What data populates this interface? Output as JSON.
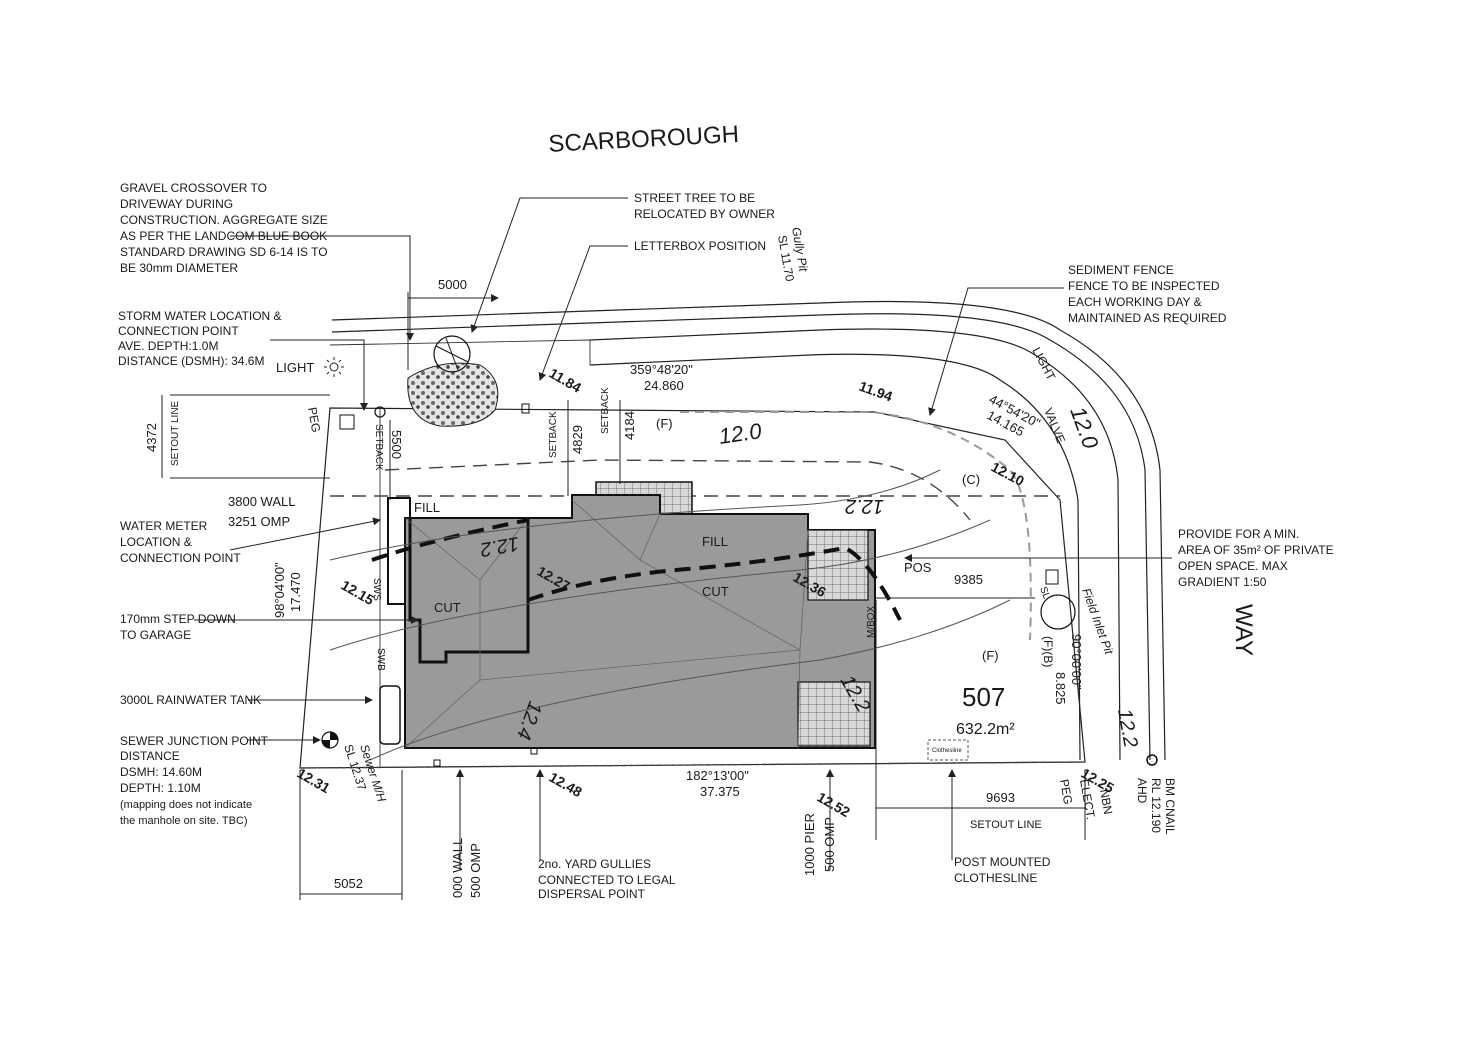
{
  "street_north": "SCARBOROUGH",
  "street_east": "WAY",
  "lot": {
    "number": "507",
    "area": "632.2m²"
  },
  "notes": {
    "gravel_crossover": [
      "GRAVEL CROSSOVER TO",
      "DRIVEWAY DURING",
      "CONSTRUCTION. AGGREGATE SIZE",
      "AS PER THE LANDCOM BLUE BOOK",
      "STANDARD DRAWING SD 6-14 IS TO",
      "BE 30mm DIAMETER"
    ],
    "street_tree": [
      "STREET TREE TO BE",
      "RELOCATED BY OWNER"
    ],
    "letterbox": "LETTERBOX POSITION",
    "sediment_fence": [
      "SEDIMENT FENCE",
      "FENCE TO BE INSPECTED",
      "EACH WORKING DAY &",
      "MAINTAINED AS REQUIRED"
    ],
    "storm_water": [
      "STORM WATER LOCATION &",
      "CONNECTION POINT",
      "AVE. DEPTH:1.0M",
      "DISTANCE (DSMH): 34.6M"
    ],
    "water_meter": [
      "WATER METER",
      "LOCATION &",
      "CONNECTION POINT"
    ],
    "step_down": [
      "170mm STEP DOWN",
      "TO GARAGE"
    ],
    "rainwater_tank": "3000L RAINWATER TANK",
    "sewer_junction": [
      "SEWER JUNCTION POINT",
      "DISTANCE",
      "DSMH: 14.60M",
      "DEPTH: 1.10M",
      "(mapping does not indicate",
      "the manhole on site. TBC)"
    ],
    "pos": [
      "PROVIDE FOR A MIN.",
      "AREA OF 35m² OF PRIVATE",
      "OPEN SPACE. MAX",
      "GRADIENT 1:50"
    ],
    "yard_gullies": [
      "2no. YARD GULLIES",
      "CONNECTED TO LEGAL",
      "DISPERSAL POINT"
    ],
    "clothesline": [
      "POST MOUNTED",
      "CLOTHESLINE"
    ]
  },
  "labels": {
    "light": "LIGHT",
    "light_2": "LIGHT",
    "gully_pit": "Gully Pit",
    "gully_pit_sl": "SL 11.70",
    "field_inlet_pit": "Field Inlet Pit",
    "fill": "FILL",
    "cut": "CUT",
    "pos": "POS",
    "m_box": "M/BOX",
    "swb": "SWB",
    "sws": "SWS",
    "peg": "PEG",
    "elect": "ELECT.",
    "setout_line": "SETOUT LINE",
    "setback": "SETBACK",
    "valve": "VALVE",
    "f": "(F)",
    "c": "(C)",
    "fb": "(F)(B)",
    "bm": [
      "BM CNAIL",
      "RL 12.190",
      "AHD"
    ],
    "sewer_mh": [
      "Sewer M/H",
      "SL 12.37"
    ],
    "clothesline_small": "Clothesline",
    "sl": "SL",
    "nbn": "NBN"
  },
  "bearings": {
    "north": [
      "359°48'20\"",
      "24.860"
    ],
    "corner": [
      "44°54'20\"",
      "14.165"
    ],
    "south": [
      "182°13'00\"",
      "37.375"
    ],
    "west": [
      "98°04'00\"",
      "17.470"
    ],
    "east": [
      "90°00'00\"",
      "8.825"
    ]
  },
  "dimensions": {
    "d5000": "5000",
    "d4372": "4372",
    "d5500": "5500",
    "d4829": "4829",
    "d4184": "4184",
    "wall": "3800 WALL",
    "omp": "3251 OMP",
    "d9385": "9385",
    "d9693": "9693",
    "d5052": "5052",
    "wall_s": "000 WALL",
    "omp_s": "500 OMP",
    "pier": "1000 PIER",
    "omp_s2": "500 OMP"
  },
  "levels": {
    "l1184": "11.84",
    "l1194": "11.94",
    "l1210": "12.10",
    "l1215": "12.15",
    "l1227": "12.27",
    "l1236": "12.36",
    "l1231": "12.31",
    "l1248": "12.48",
    "l1252": "12.52",
    "l1225": "12.25"
  },
  "contours": [
    "12.0",
    "12.0",
    "12.2",
    "12.2",
    "12.4",
    "12.2",
    "12.2"
  ]
}
